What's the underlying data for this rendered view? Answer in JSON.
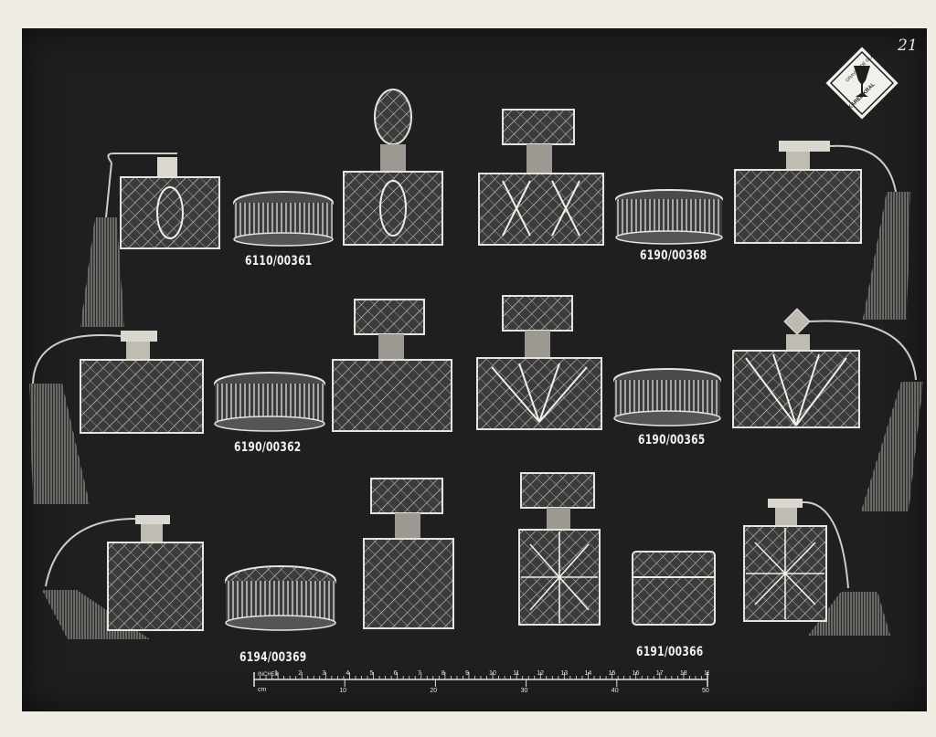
{
  "page": {
    "number": "21"
  },
  "logo": {
    "top_text": "GRAVUR DE GLAS",
    "bottom_text": "KAREL KRAL",
    "icon": "vase-icon"
  },
  "items": [
    {
      "code": "6110/00361"
    },
    {
      "code": "6190/00368"
    },
    {
      "code": "6190/00362"
    },
    {
      "code": "6190/00365"
    },
    {
      "code": "6194/00369"
    },
    {
      "code": "6191/00366"
    }
  ],
  "ruler": {
    "inches_label": "INCHES",
    "cm_label": "cm",
    "inch_marks": [
      "1",
      "2",
      "3",
      "4",
      "5",
      "6",
      "7",
      "8",
      "9",
      "10",
      "11",
      "12",
      "13",
      "14",
      "15",
      "16",
      "17",
      "18",
      "19"
    ],
    "cm_marks": [
      "10",
      "20",
      "30",
      "40",
      "50"
    ]
  },
  "colors": {
    "background": "#1f1f1f",
    "crystal": "#d9d7cf",
    "paper": "#efece3"
  }
}
